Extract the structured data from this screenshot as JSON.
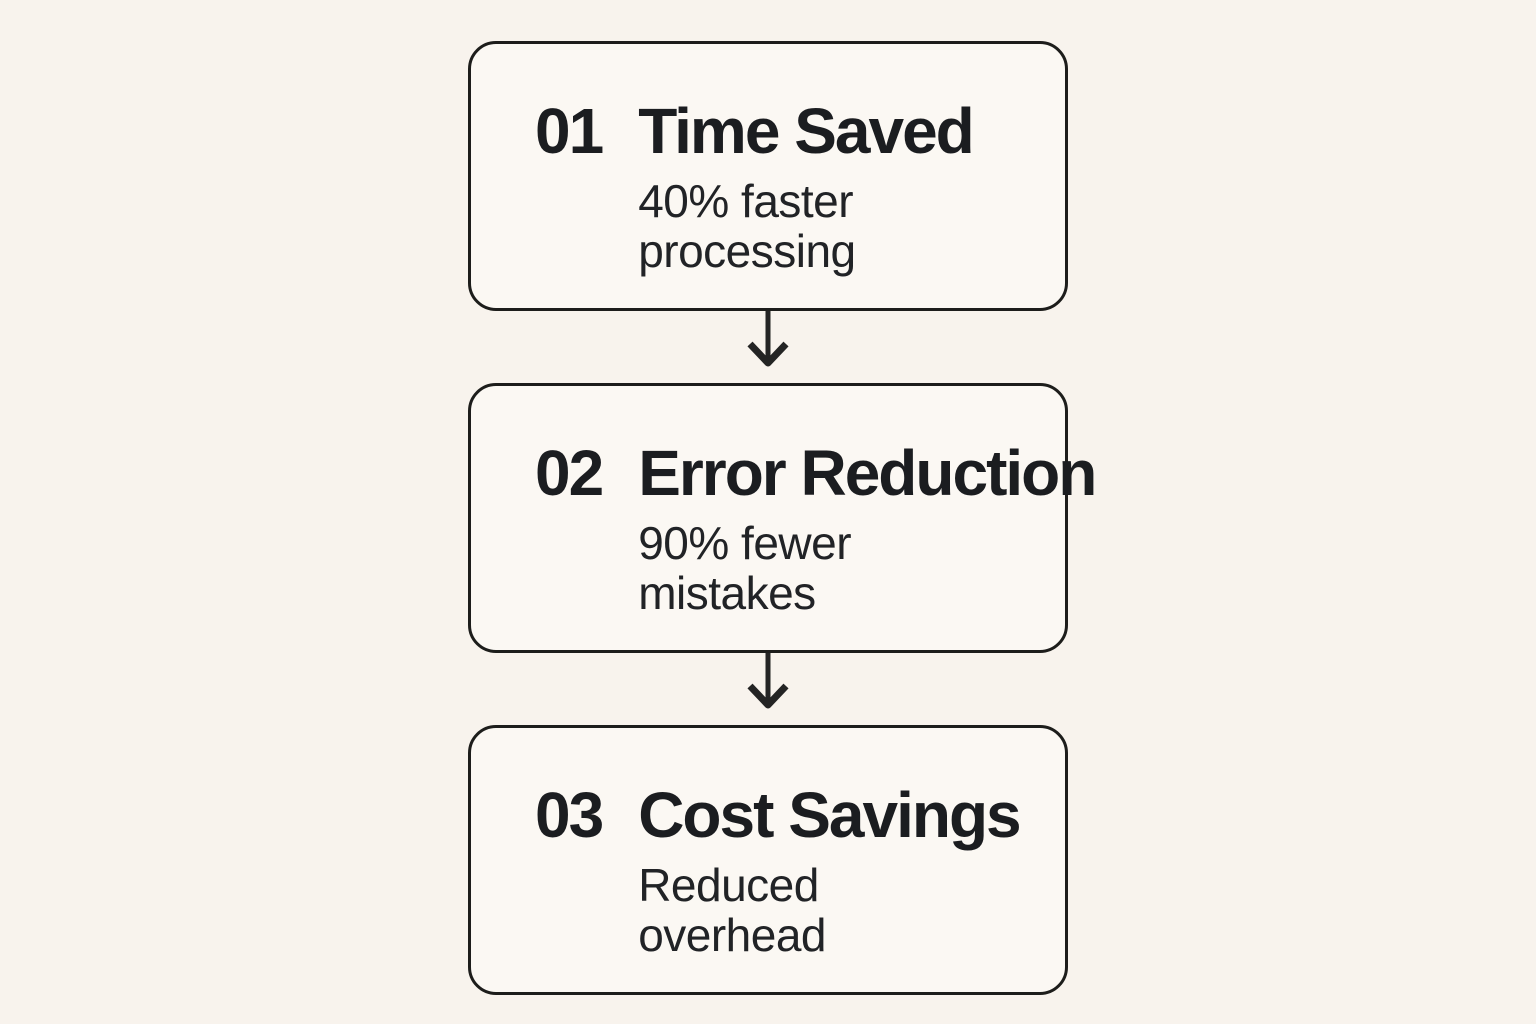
{
  "diagram": {
    "type": "flowchart",
    "direction": "top-down",
    "steps": [
      {
        "number": "01",
        "title": "Time Saved",
        "description": "40% faster processing",
        "description_lines": [
          "40% faster",
          "processing"
        ]
      },
      {
        "number": "02",
        "title": "Error Reduction",
        "description": "90% fewer mistakes",
        "description_lines": [
          "90% fewer",
          "mistakes"
        ]
      },
      {
        "number": "03",
        "title": "Cost Savings",
        "description": "Reduced overhead",
        "description_lines": [
          "Reduced",
          "overhead"
        ]
      }
    ],
    "connector_icon": "down-arrow-icon"
  },
  "colors": {
    "page_background": "#f8f3ed",
    "card_background": "#fbf8f3",
    "card_border": "#1d1d1b",
    "text": "#1e2022",
    "arrow": "#242424"
  }
}
